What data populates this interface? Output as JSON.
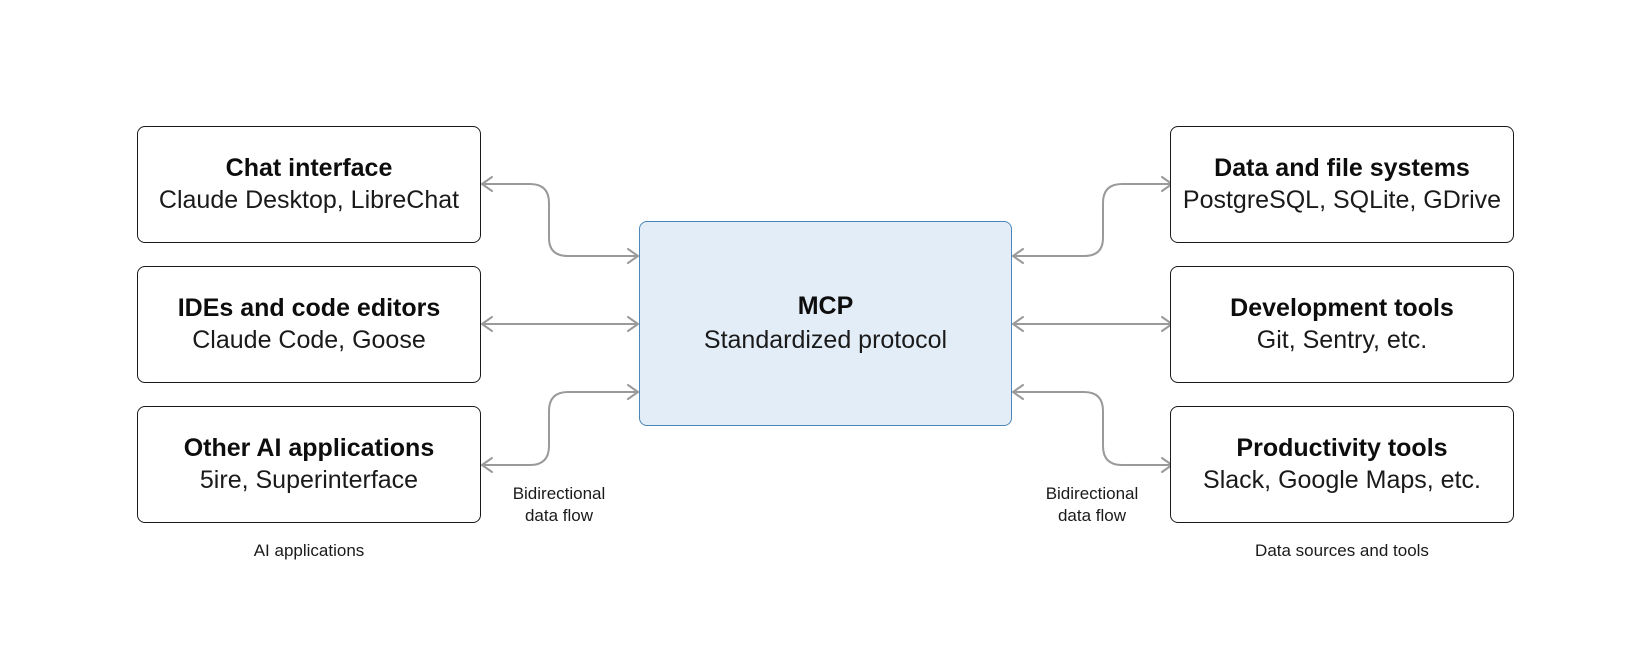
{
  "center": {
    "title": "MCP",
    "subtitle": "Standardized protocol"
  },
  "left": {
    "group_label": "AI applications",
    "flow_label_line1": "Bidirectional",
    "flow_label_line2": "data flow",
    "boxes": [
      {
        "title": "Chat interface",
        "subtitle": "Claude Desktop, LibreChat"
      },
      {
        "title": "IDEs and code editors",
        "subtitle": "Claude Code, Goose"
      },
      {
        "title": "Other AI applications",
        "subtitle": "5ire, Superinterface"
      }
    ]
  },
  "right": {
    "group_label": "Data sources and tools",
    "flow_label_line1": "Bidirectional",
    "flow_label_line2": "data flow",
    "boxes": [
      {
        "title": "Data and file systems",
        "subtitle": "PostgreSQL, SQLite, GDrive"
      },
      {
        "title": "Development tools",
        "subtitle": "Git, Sentry, etc."
      },
      {
        "title": "Productivity tools",
        "subtitle": "Slack, Google Maps, etc."
      }
    ]
  },
  "colors": {
    "center_fill": "#e3edf8",
    "center_border": "#4a86b8",
    "arrow": "#9a9a9a",
    "box_border": "#1a1a1a"
  }
}
